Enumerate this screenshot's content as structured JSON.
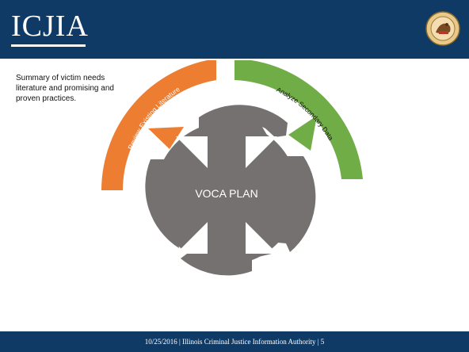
{
  "header": {
    "logo_text": "ICJIA",
    "seal_icon": "state-seal-icon"
  },
  "summary_text": "Summary of victim needs literature and promising and proven practices.",
  "diagram": {
    "center_label": "VOCA PLAN",
    "arcs": [
      {
        "label": "Review Existing Literature",
        "color": "#ed7d31"
      },
      {
        "label": "Analyze Secondary Data",
        "color": "#70ad47"
      }
    ],
    "center_color": "#767171"
  },
  "footer": {
    "text": "10/25/2016 | Illinois Criminal Justice Information Authority | 5"
  }
}
